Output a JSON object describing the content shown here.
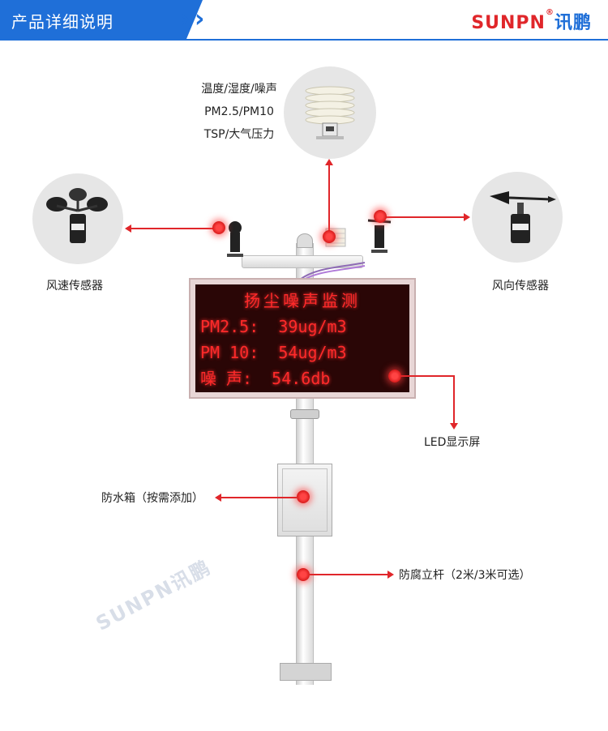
{
  "header": {
    "title": "产品详细说明",
    "brand_latin": "SUNPN",
    "brand_cn": "讯鹏"
  },
  "sensors": {
    "top_lines": [
      "温度/湿度/噪声",
      "PM2.5/PM10",
      "TSP/大气压力"
    ],
    "wind_speed": "风速传感器",
    "wind_direction": "风向传感器"
  },
  "display": {
    "title": "扬尘噪声监测",
    "row1": "PM2.5:  39ug/m3",
    "row2": "PM 10:  54ug/m3",
    "row3": "噪 声:  54.6db"
  },
  "labels": {
    "led": "LED显示屏",
    "box": "防水箱（按需添加）",
    "pole": "防腐立杆（2米/3米可选）"
  },
  "watermark": "SUNPN讯鹏",
  "colors": {
    "accent_blue": "#1f6fd8",
    "marker_red": "#e0262a",
    "led_red": "#ff2a2a"
  }
}
